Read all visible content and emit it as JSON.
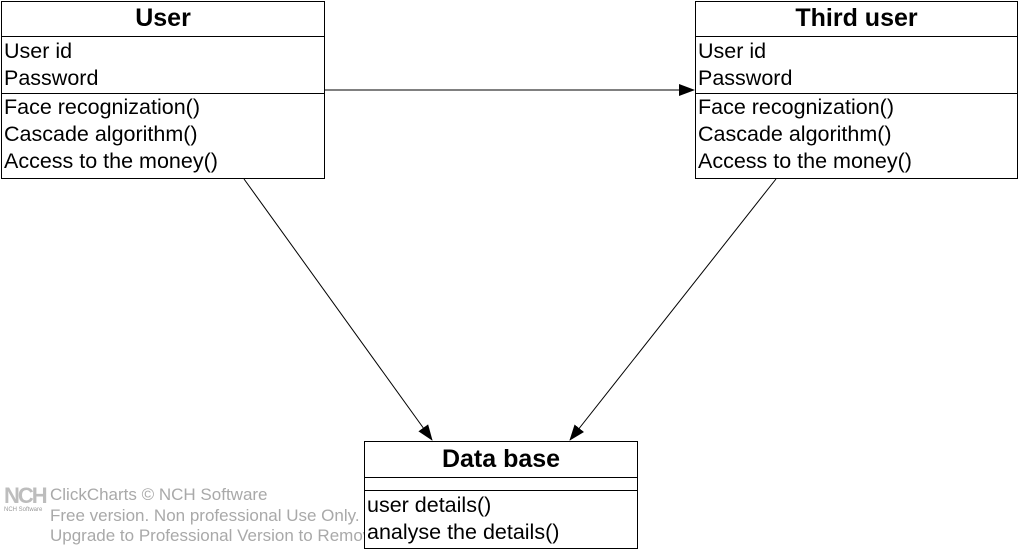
{
  "classes": {
    "user": {
      "name": "User",
      "attributes": [
        "User id",
        "Password"
      ],
      "operations": [
        "Face recognization()",
        "Cascade algorithm()",
        "Access to the money()"
      ]
    },
    "third_user": {
      "name": "Third user",
      "attributes": [
        "User id",
        "Password"
      ],
      "operations": [
        "Face recognization()",
        "Cascade algorithm()",
        "Access to the money()"
      ]
    },
    "database": {
      "name": "Data base",
      "attributes": [],
      "operations": [
        "user details()",
        "analyse the details()"
      ]
    }
  },
  "watermark": {
    "logo": "NCH",
    "logo_small": "NCH Software",
    "line1": "ClickCharts © NCH Software",
    "line2": "Free version. Non professional Use Only.",
    "line3": "Upgrade to Professional Version to Remove."
  }
}
